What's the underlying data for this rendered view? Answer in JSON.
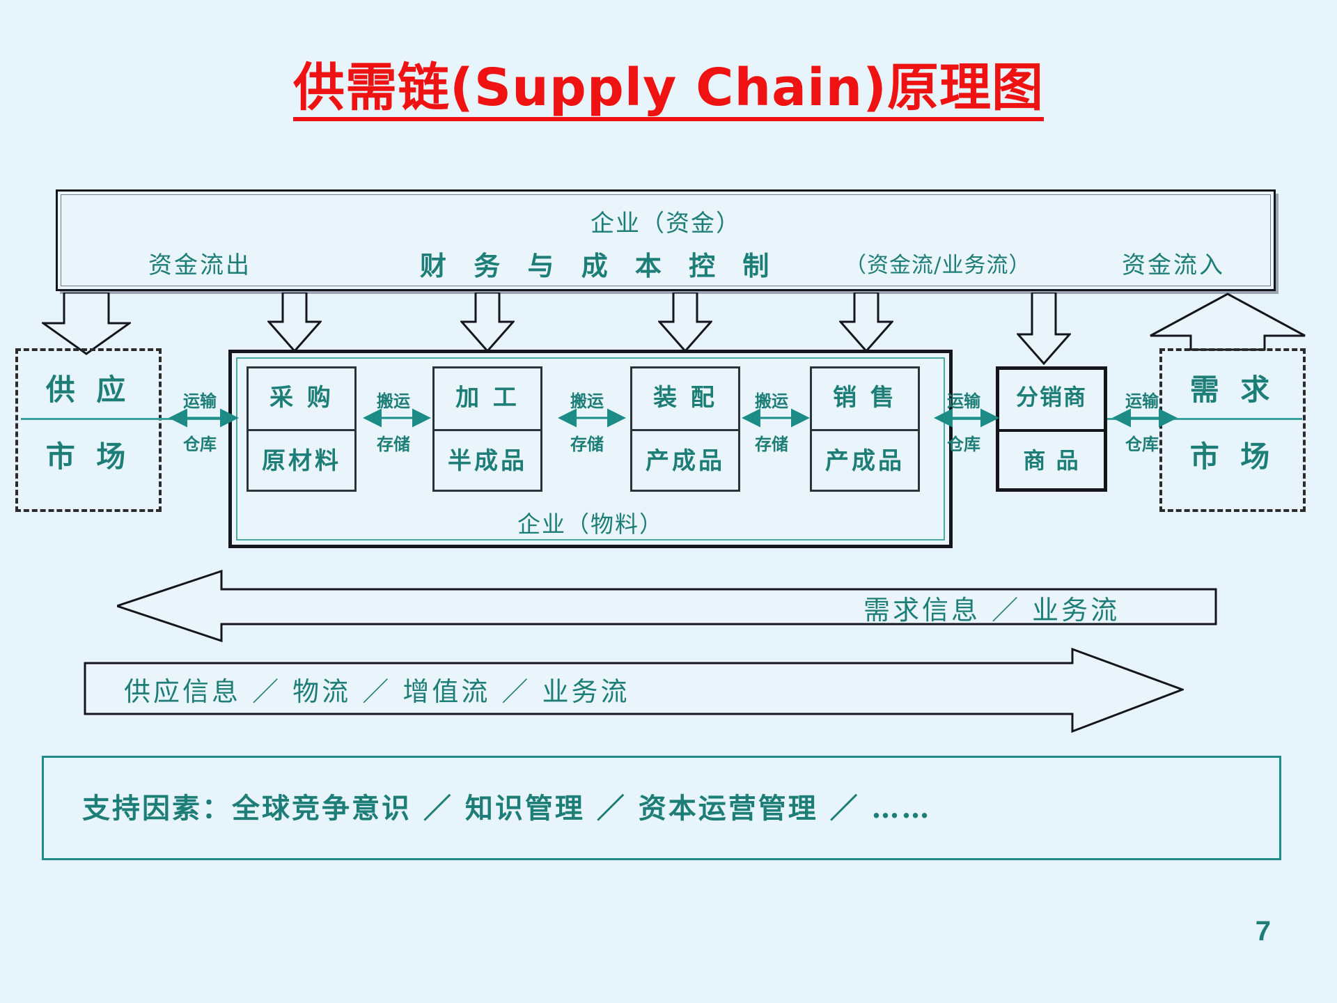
{
  "slide": {
    "title": "供需链(Supply Chain)原理图",
    "page_number": "7",
    "accent_red": "#ef1212",
    "accent_teal": "#1d7d77",
    "background": "#e8f4fb"
  },
  "finance_banner": {
    "top_label": "企业（资金）",
    "left_label": "资金流出",
    "center_label": "财 务 与 成 本 控 制",
    "paren_label": "（资金流/业务流）",
    "right_label": "资金流入"
  },
  "supply_market": {
    "line1": "供 应",
    "line2": "市 场"
  },
  "demand_market": {
    "line1": "需 求",
    "line2": "市 场"
  },
  "material_box": {
    "label": "企业（物料）"
  },
  "process_boxes": [
    {
      "top": "采 购",
      "bottom": "原材料"
    },
    {
      "top": "加 工",
      "bottom": "半成品"
    },
    {
      "top": "装 配",
      "bottom": "产成品"
    },
    {
      "top": "销 售",
      "bottom": "产成品"
    }
  ],
  "distributor": {
    "top": "分销商",
    "bottom": "商 品"
  },
  "links": [
    {
      "top": "运输",
      "bottom": "仓库"
    },
    {
      "top": "搬运",
      "bottom": "存储"
    },
    {
      "top": "搬运",
      "bottom": "存储"
    },
    {
      "top": "搬运",
      "bottom": "存储"
    },
    {
      "top": "运输",
      "bottom": "仓库"
    },
    {
      "top": "运输",
      "bottom": "仓库"
    }
  ],
  "flow_bands": {
    "demand": "需求信息 ／ 业务流",
    "supply": "供应信息 ／ 物流 ／ 增值流 ／ 业务流"
  },
  "support": {
    "text": "支持因素：全球竞争意识 ／ 知识管理 ／ 资本运营管理 ／ ……"
  }
}
